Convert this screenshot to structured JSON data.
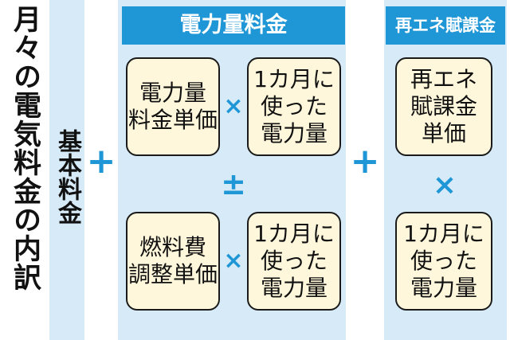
{
  "title": "月々の電気料金の内訳",
  "base_fee": "基本料金",
  "plus_sign": "+",
  "times_sign": "×",
  "plus_minus_sign": "±",
  "energy_charge": {
    "header": "電力量料金",
    "unit_price": [
      "電力量",
      "料金単価"
    ],
    "usage": [
      "1カ月に",
      "使った",
      "電力量"
    ],
    "fuel_adjustment": [
      "燃料費",
      "調整単価"
    ]
  },
  "renewable_surcharge": {
    "header": "再エネ賦課金",
    "unit_price": [
      "再エネ",
      "賦課金",
      "単価"
    ],
    "usage": [
      "1カ月に",
      "使った",
      "電力量"
    ]
  },
  "colors": {
    "accent": "#1f96d6",
    "panel": "#d7eaf7",
    "box_fill": "#fff7db"
  }
}
